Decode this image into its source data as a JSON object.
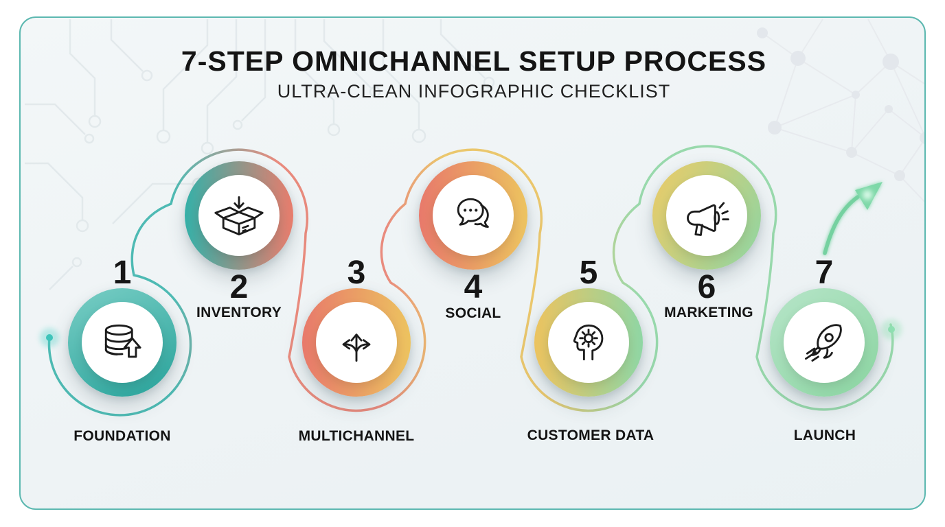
{
  "header": {
    "title": "7-STEP OMNICHANNEL SETUP PROCESS",
    "subtitle": "ULTRA-CLEAN INFOGRAPHIC CHECKLIST"
  },
  "steps": [
    {
      "number": "1",
      "label": "FOUNDATION",
      "icon": "database-upload-icon",
      "row": "bottom",
      "ring_colors": [
        "#79cec5",
        "#28a29a"
      ],
      "ring_angle": 155
    },
    {
      "number": "2",
      "label": "INVENTORY",
      "icon": "inventory-box-icon",
      "row": "top",
      "ring_colors": [
        "#35b0a8",
        "#e87c6c"
      ],
      "ring_angle": 90
    },
    {
      "number": "3",
      "label": "MULTICHANNEL",
      "icon": "branch-arrows-icon",
      "row": "bottom",
      "ring_colors": [
        "#e8796b",
        "#ecc35f"
      ],
      "ring_angle": 90
    },
    {
      "number": "4",
      "label": "SOCIAL",
      "icon": "chat-bubbles-icon",
      "row": "top",
      "ring_colors": [
        "#e8796b",
        "#ecc35f"
      ],
      "ring_angle": 90
    },
    {
      "number": "5",
      "label": "CUSTOMER DATA",
      "icon": "mind-gear-icon",
      "row": "bottom",
      "ring_colors": [
        "#ecc35f",
        "#8fd6a4"
      ],
      "ring_angle": 90
    },
    {
      "number": "6",
      "label": "MARKETING",
      "icon": "megaphone-icon",
      "row": "top",
      "ring_colors": [
        "#edcb66",
        "#8ed5a3"
      ],
      "ring_angle": 115
    },
    {
      "number": "7",
      "label": "LAUNCH",
      "icon": "rocket-icon",
      "row": "bottom",
      "ring_colors": [
        "#b7e5c9",
        "#8ad4a0"
      ],
      "ring_angle": 140
    }
  ],
  "flow": {
    "colors": {
      "teal": "#3cb4ac",
      "coral": "#e87f70",
      "amber": "#eac25e",
      "green": "#8fd6a4"
    },
    "arrow_color": "#74d1a0",
    "arrowhead_color": "#7ed8a8",
    "start_glow_color": "#3fc4ba",
    "end_glow_color": "#8fe0b2"
  },
  "card": {
    "border_color": "#5cb8b0",
    "background_tint": "#eef3f5"
  }
}
